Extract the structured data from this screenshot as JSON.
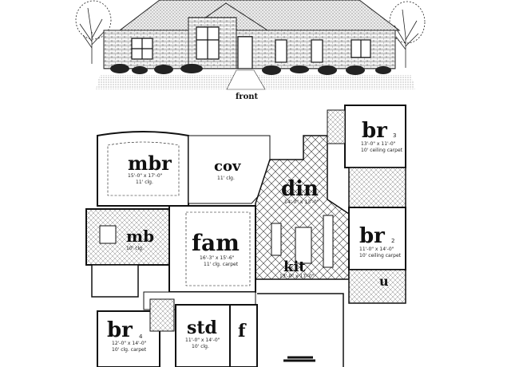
{
  "elevation": {
    "label": "front"
  },
  "rooms": {
    "mbr": {
      "name": "mbr",
      "dims": "15'-0\" x 17'-0\"",
      "note": "11' clg."
    },
    "cov": {
      "name": "cov",
      "note": "11' clg."
    },
    "din": {
      "name": "din",
      "dims": "14'-0\" x 13'-0\""
    },
    "br3": {
      "name": "br",
      "number": "3",
      "dims": "13'-0\" x 11'-0\"",
      "note": "10' ceiling carpet"
    },
    "br2": {
      "name": "br",
      "number": "2",
      "dims": "11'-0\" x 14'-0\"",
      "note": "10' ceiling carpet"
    },
    "fam": {
      "name": "fam",
      "dims": "16'-3\" x 15'-6\"",
      "note": "11' clg. carpet"
    },
    "mb": {
      "name": "mb",
      "note": "10' clg."
    },
    "kit": {
      "name": "kit",
      "dims": "13'-0\" x 17'-0\""
    },
    "br4": {
      "name": "br",
      "number": "4",
      "dims": "12'-0\" x 14'-0\"",
      "note": "10' clg. carpet"
    },
    "std": {
      "name": "std",
      "dims": "11'-0\" x 14'-0\"",
      "note": "10' clg."
    },
    "f": {
      "name": "f"
    },
    "u": {
      "name": "u"
    }
  }
}
